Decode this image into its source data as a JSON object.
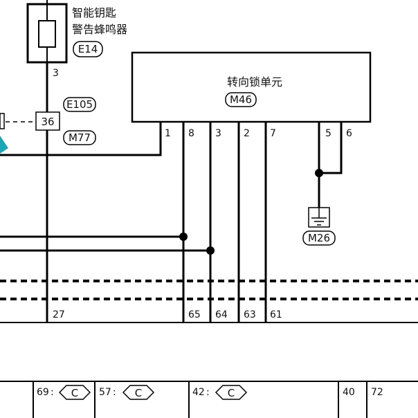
{
  "buzzer": {
    "name_line1": "智能钥匙",
    "name_line2": "警告蜂鸣器",
    "connector": "E14",
    "pin": "3"
  },
  "junction": {
    "connector_top": "E105",
    "terminal": "36",
    "connector_bottom": "M77"
  },
  "steering_lock": {
    "name": "转向锁单元",
    "connector": "M46",
    "pins": [
      "1",
      "8",
      "3",
      "2",
      "7",
      "5",
      "6"
    ]
  },
  "ground": {
    "connector": "M26"
  },
  "lower_pins": [
    "27",
    "65",
    "64",
    "63",
    "61"
  ],
  "bottom_connector": {
    "slot1_pin": "69",
    "slot2_pin": "57",
    "slot3_pin": "42",
    "connector_letter": "C",
    "extra_pins": [
      "40",
      "72"
    ]
  },
  "colors": {
    "line": "#000000",
    "accent": "#1aa6b7"
  }
}
